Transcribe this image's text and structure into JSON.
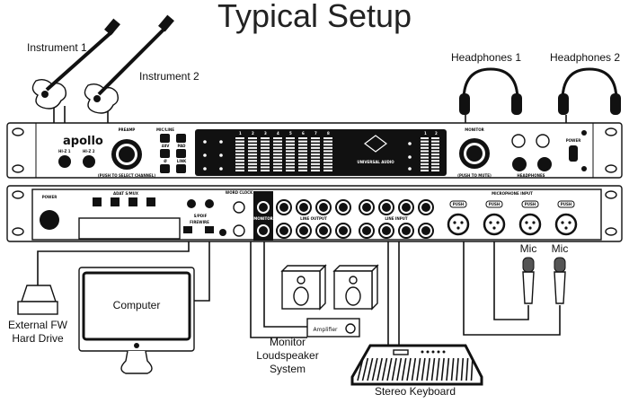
{
  "title": "Typical Setup",
  "labels": {
    "instrument_1": "Instrument 1",
    "instrument_2": "Instrument 2",
    "headphones_1": "Headphones 1",
    "headphones_2": "Headphones 2",
    "mic_1": "Mic",
    "mic_2": "Mic",
    "computer": "Computer",
    "hard_drive_line1": "External FW",
    "hard_drive_line2": "Hard Drive",
    "amplifier": "Amplifier",
    "monitor_line1": "Monitor",
    "monitor_line2": "Loudspeaker",
    "monitor_line3": "System",
    "keyboard": "Stereo Keyboard"
  },
  "front_panel": {
    "brand": "apollo",
    "hiz1": "HI-Z 1",
    "hiz2": "HI-Z 2",
    "preamp": "PREAMP",
    "preamp_hint": "(PUSH TO SELECT CHANNEL)",
    "mic_line": "MIC/LINE",
    "phantom": "48V",
    "pad": "PAD",
    "phase": "Ø",
    "link": "LINK",
    "maker": "UNIVERSAL AUDIO",
    "monitor": "MONITOR",
    "monitor_hint": "(PUSH TO MUTE)",
    "headphones": "HEADPHONES",
    "power": "POWER",
    "meter_channels": [
      "1",
      "2",
      "3",
      "4",
      "5",
      "6",
      "7",
      "8"
    ],
    "out_channels": [
      "1",
      "2"
    ]
  },
  "rear_panel": {
    "power": "POWER",
    "adat": "ADAT S/MUX",
    "spdif": "S/PDIF",
    "firewire": "FIREWIRE",
    "word_clock": "WORD CLOCK",
    "monitor": "MONITOR",
    "line_output": "LINE OUTPUT",
    "line_input": "LINE INPUT",
    "mic_input": "MICROPHONE INPUT",
    "push": "PUSH"
  }
}
